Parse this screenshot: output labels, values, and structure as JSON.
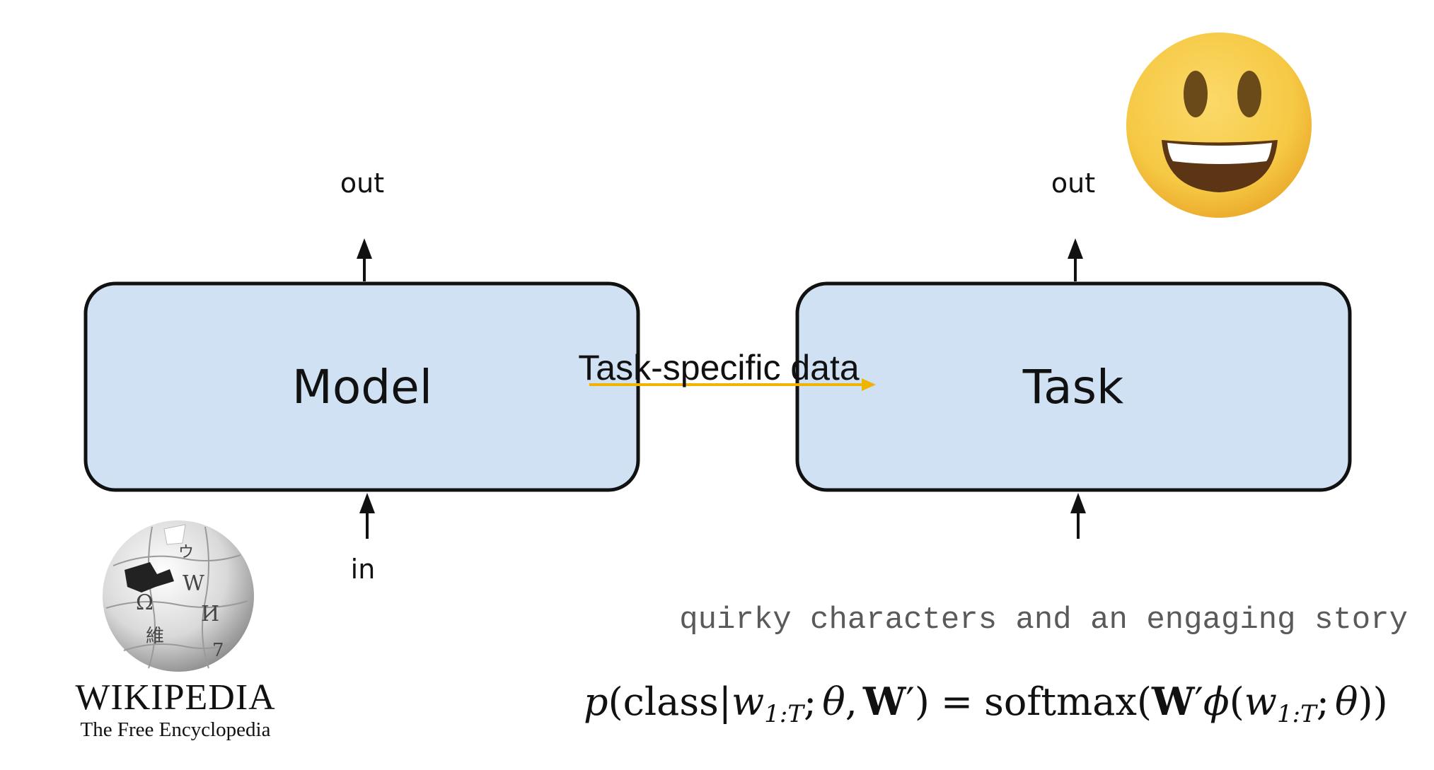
{
  "diagram": {
    "model_box": {
      "label": "Model",
      "output_label": "out",
      "input_label": "in"
    },
    "task_box": {
      "label": "Task",
      "output_label": "out"
    },
    "flow_label": "Task-specific data",
    "example_text": "quirky characters and an engaging story",
    "formula": {
      "p": "p",
      "open_paren": "(",
      "class_word": "class",
      "bar": "|",
      "w": "w",
      "range": "1:T",
      "semicolon": ";",
      "theta": "θ",
      "comma": ",",
      "W": "W",
      "prime": "′",
      "close_paren": ")",
      "equals": "=",
      "softmax": "softmax",
      "phi": "ϕ"
    },
    "wikipedia": {
      "title": "WIKIPEDIA",
      "subtitle": "The Free Encyclopedia",
      "globe_glyphs": [
        "Ω",
        "W",
        "И",
        "維",
        "ウ",
        "7"
      ]
    },
    "colors": {
      "box_fill": "#cfe1f3",
      "box_stroke": "#111111",
      "flow_arrow": "#f0b400",
      "emoji_face": "#f6c944",
      "emoji_eye": "#6b4a1a",
      "emoji_mouth": "#5b3514"
    },
    "icons": {
      "emoji": "smiley-face-icon",
      "logo": "wikipedia-globe-icon"
    }
  }
}
